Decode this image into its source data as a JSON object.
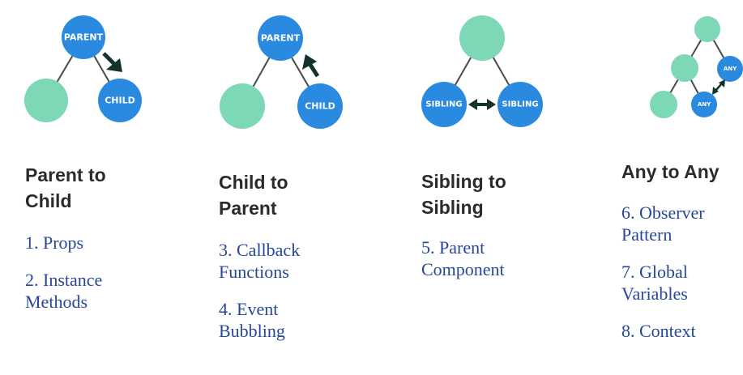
{
  "colors": {
    "blue": "#2a8ae0",
    "green": "#7dd8b5",
    "arrow": "#14322d",
    "line": "#4a4a4a",
    "heading": "#2b2b2b",
    "item": "#27479a"
  },
  "columns": [
    {
      "heading_line1": "Parent to",
      "heading_line2": "Child",
      "nodes": {
        "top": "PARENT",
        "right": "CHILD"
      },
      "items": [
        {
          "line1": "1. Props",
          "line2": ""
        },
        {
          "line1": "2. Instance",
          "line2": "Methods"
        }
      ]
    },
    {
      "heading_line1": "Child to",
      "heading_line2": "Parent",
      "nodes": {
        "top": "PARENT",
        "right": "CHILD"
      },
      "items": [
        {
          "line1": "3. Callback",
          "line2": "Functions"
        },
        {
          "line1": "4. Event",
          "line2": "Bubbling"
        }
      ]
    },
    {
      "heading_line1": "Sibling to",
      "heading_line2": "Sibling",
      "nodes": {
        "left": "SIBLING",
        "right": "SIBLING"
      },
      "items": [
        {
          "line1": "5. Parent",
          "line2": "Component"
        }
      ]
    },
    {
      "heading_line1": "Any to Any",
      "heading_line2": "",
      "nodes": {
        "right": "ANY",
        "bottom": "ANY"
      },
      "items": [
        {
          "line1": "6. Observer",
          "line2": "Pattern"
        },
        {
          "line1": "7. Global",
          "line2": "Variables"
        },
        {
          "line1": "8. Context",
          "line2": ""
        }
      ]
    }
  ]
}
